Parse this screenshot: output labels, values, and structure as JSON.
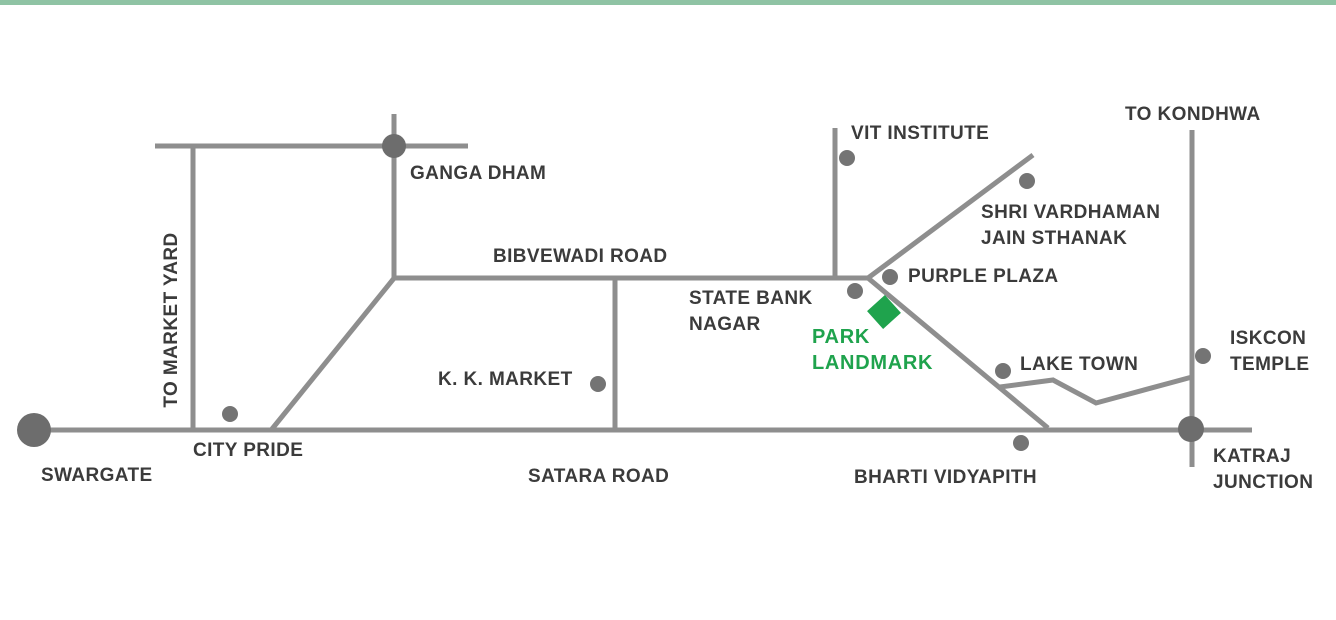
{
  "page": {
    "background": "#ffffff",
    "top_bar_color": "#8fc3a4"
  },
  "map": {
    "colors": {
      "road": "#8e8e8e",
      "marker": "#747474",
      "junction": "#6d6d6d",
      "label": "#3b3b3b",
      "accent_green": "#1fa34d"
    },
    "labels": {
      "to_market_yard": "TO MARKET YARD",
      "ganga_dham": "GANGA DHAM",
      "bibvewadi_road": "BIBVEWADI ROAD",
      "vit_institute": "VIT INSTITUTE",
      "to_kondhwa": "TO KONDHWA",
      "shri_vardhaman_line1": "SHRI  VARDHAMAN",
      "shri_vardhaman_line2": "JAIN STHANAK",
      "purple_plaza": "PURPLE PLAZA",
      "state_bank_line1": "STATE BANK",
      "state_bank_line2": "NAGAR",
      "park_landmark_line1": "PARK",
      "park_landmark_line2": "LANDMARK",
      "kk_market": "K. K. MARKET",
      "lake_town": "LAKE TOWN",
      "iskcon_line1": "ISKCON",
      "iskcon_line2": "TEMPLE",
      "city_pride": "CITY PRIDE",
      "swargate": "SWARGATE",
      "satara_road": "SATARA ROAD",
      "bharti_vidyapith": "BHARTI VIDYAPITH",
      "katraj_line1": "KATRAJ",
      "katraj_line2": "JUNCTION"
    }
  }
}
